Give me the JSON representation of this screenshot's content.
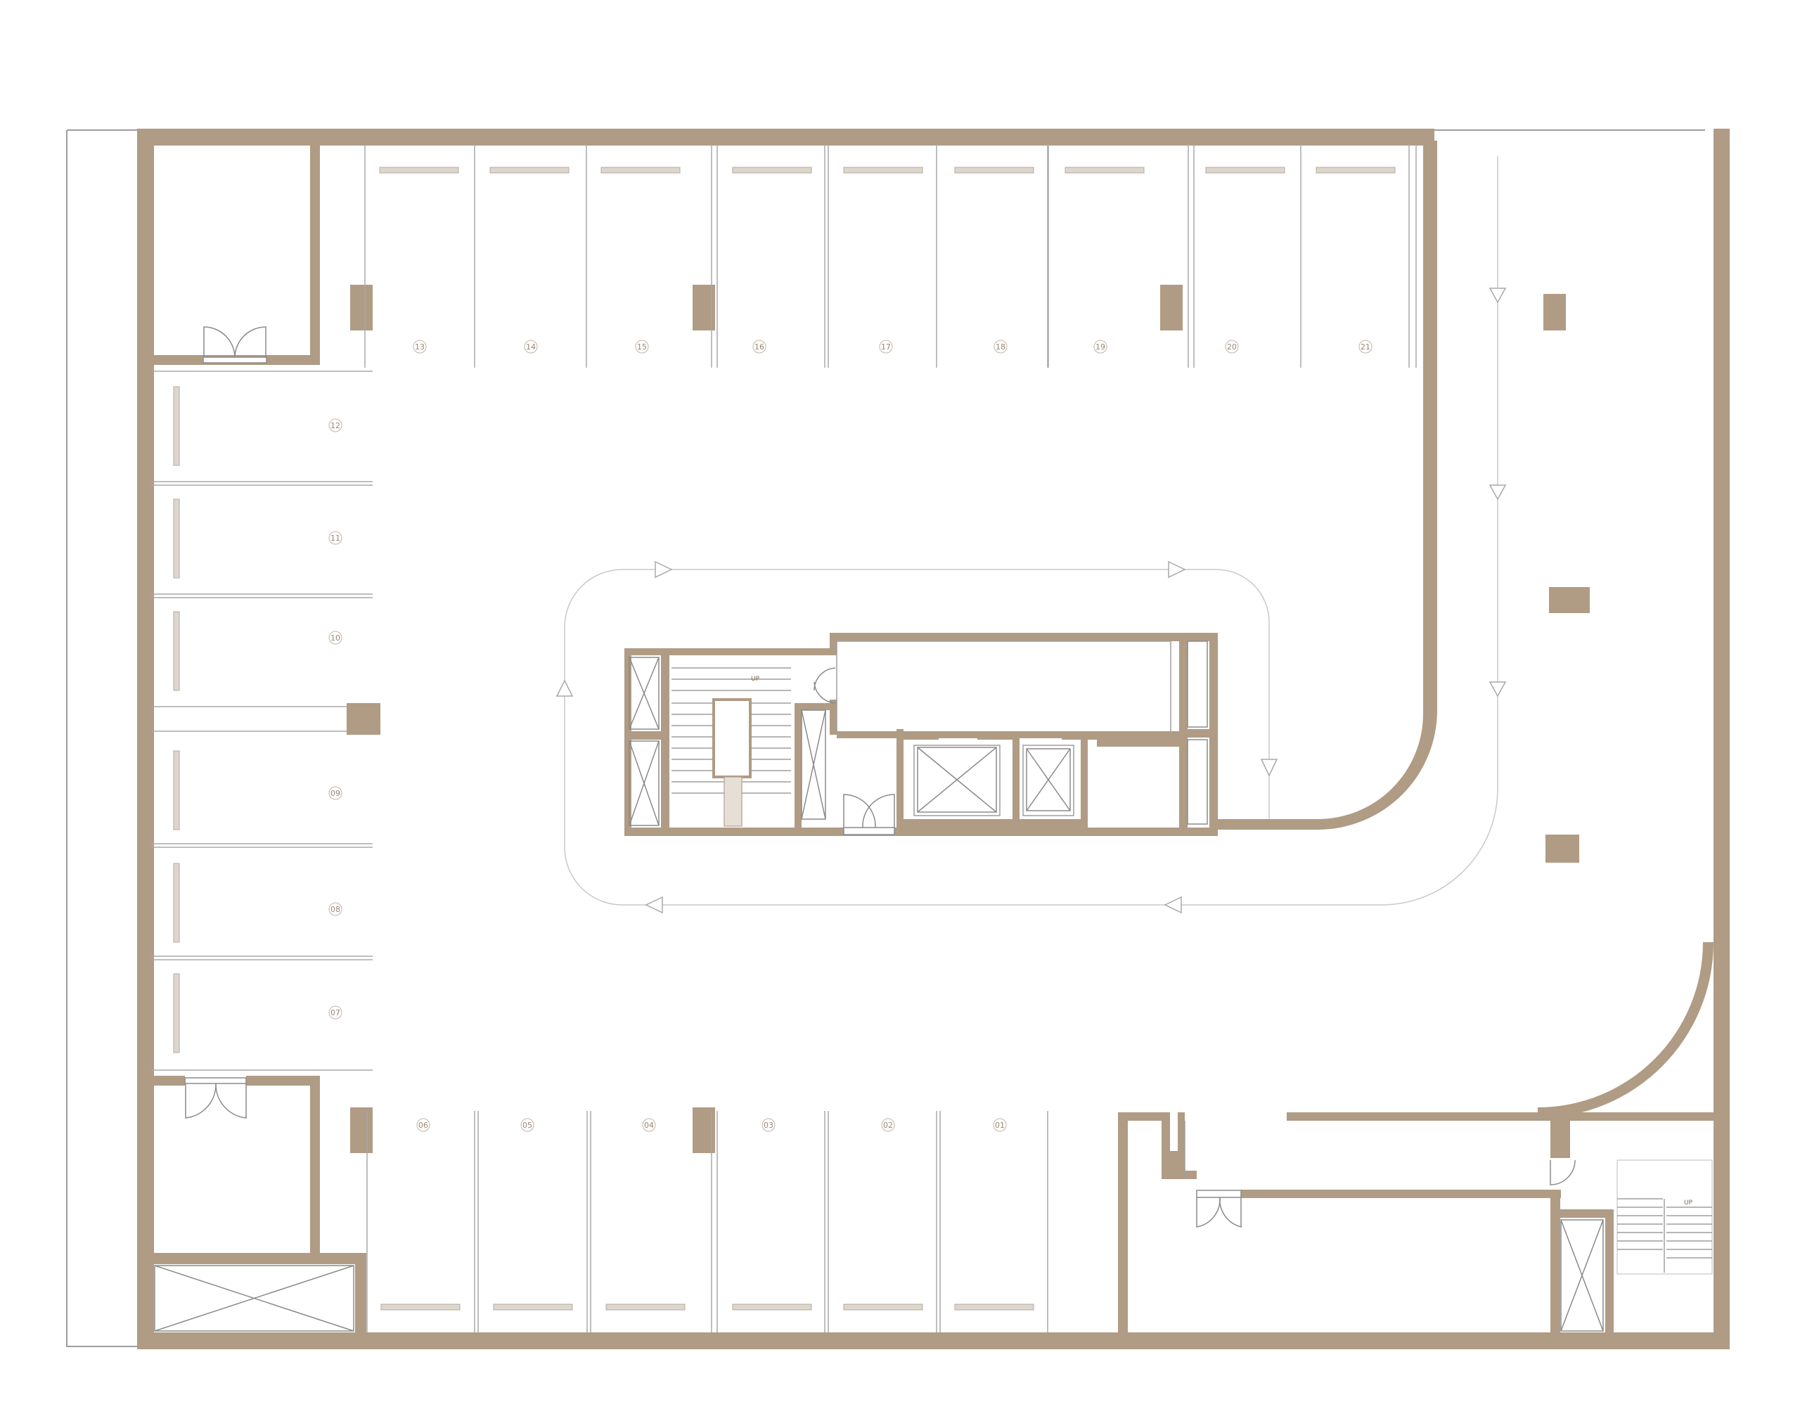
{
  "palette": {
    "wall": "#b09b84",
    "line": "#9d9d9d",
    "thin": "#c9c9c9",
    "bumper": "#d9d3cc"
  },
  "parking_spaces": {
    "top_row": [
      "13",
      "14",
      "15",
      "16",
      "17",
      "18",
      "19",
      "20",
      "21"
    ],
    "left_column": [
      "12",
      "11",
      "10",
      "09",
      "08",
      "07"
    ],
    "bottom_row": [
      "06",
      "05",
      "04",
      "03",
      "02",
      "01"
    ]
  },
  "stair_labels": {
    "core_stair": "UP",
    "corner_stair": "UP"
  },
  "icons": {
    "traffic_arrow": "triangle-arrow-icon",
    "door": "door-swing-icon",
    "shaft": "cross-hatch-icon"
  }
}
